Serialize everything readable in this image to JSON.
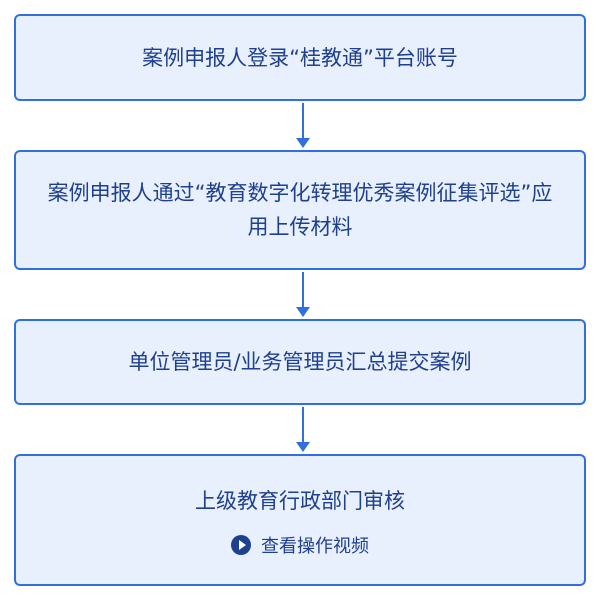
{
  "flow": {
    "steps": [
      {
        "label": "案例申报人登录“桂教通”平台账号"
      },
      {
        "label": "案例申报人通过“教育数字化转理优秀案例征集评选”应用上传材料"
      },
      {
        "label": "单位管理员/业务管理员汇总提交案例"
      },
      {
        "label": "上级教育行政部门审核"
      }
    ],
    "video_link": {
      "icon": "play-circle-icon",
      "label": "查看操作视频"
    }
  },
  "colors": {
    "border": "#2f6fe0",
    "fill": "#e9f0fd",
    "text": "#1f3f8f"
  }
}
